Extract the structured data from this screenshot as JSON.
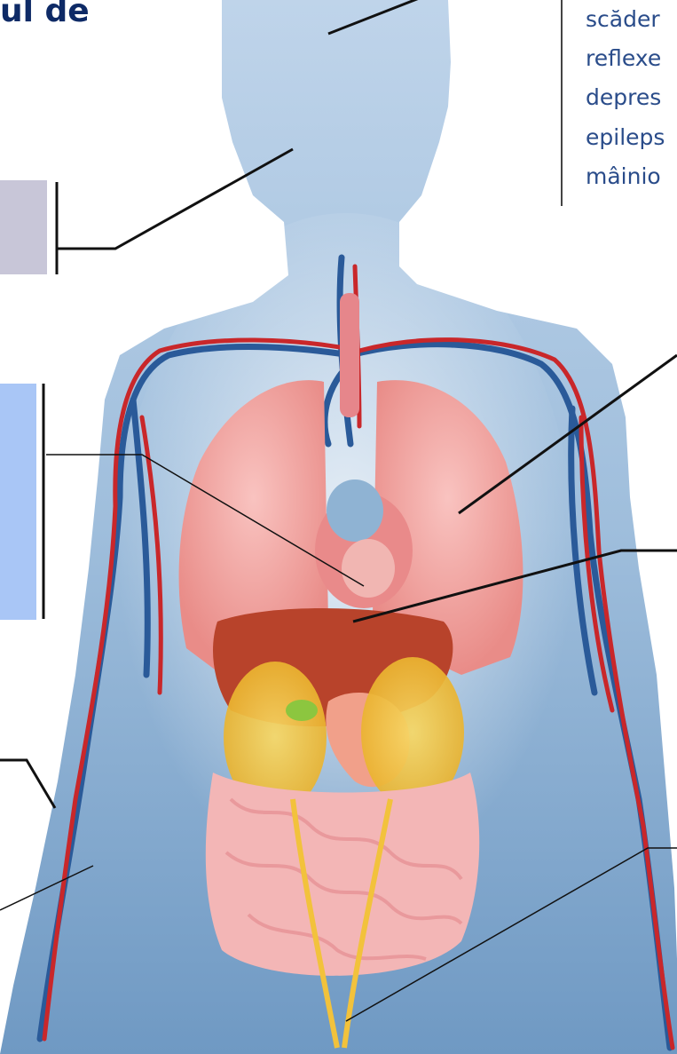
{
  "title_fragment": "ul de",
  "note_lines": [
    "scăder",
    "reflexe",
    "depres",
    "epileps",
    "mâinio"
  ],
  "colors": {
    "title": "#0e2a66",
    "note_text": "#2a4c8a",
    "body_silhouette": "#8fb3d3",
    "lungs": "#f2a3a0",
    "heart": "#e98a8a",
    "liver": "#b8432b",
    "kidneys": "#f2c23c",
    "intestines": "#f3b6b6",
    "vein": "#2a5a99",
    "artery": "#c9272a",
    "box_gray": "#c8c6d8",
    "box_blue": "#a9c6f6"
  },
  "icons": [
    "human-body-silhouette",
    "lungs-icon",
    "heart-icon",
    "liver-icon",
    "kidneys-icon",
    "intestines-icon",
    "blood-vessels-icon"
  ]
}
